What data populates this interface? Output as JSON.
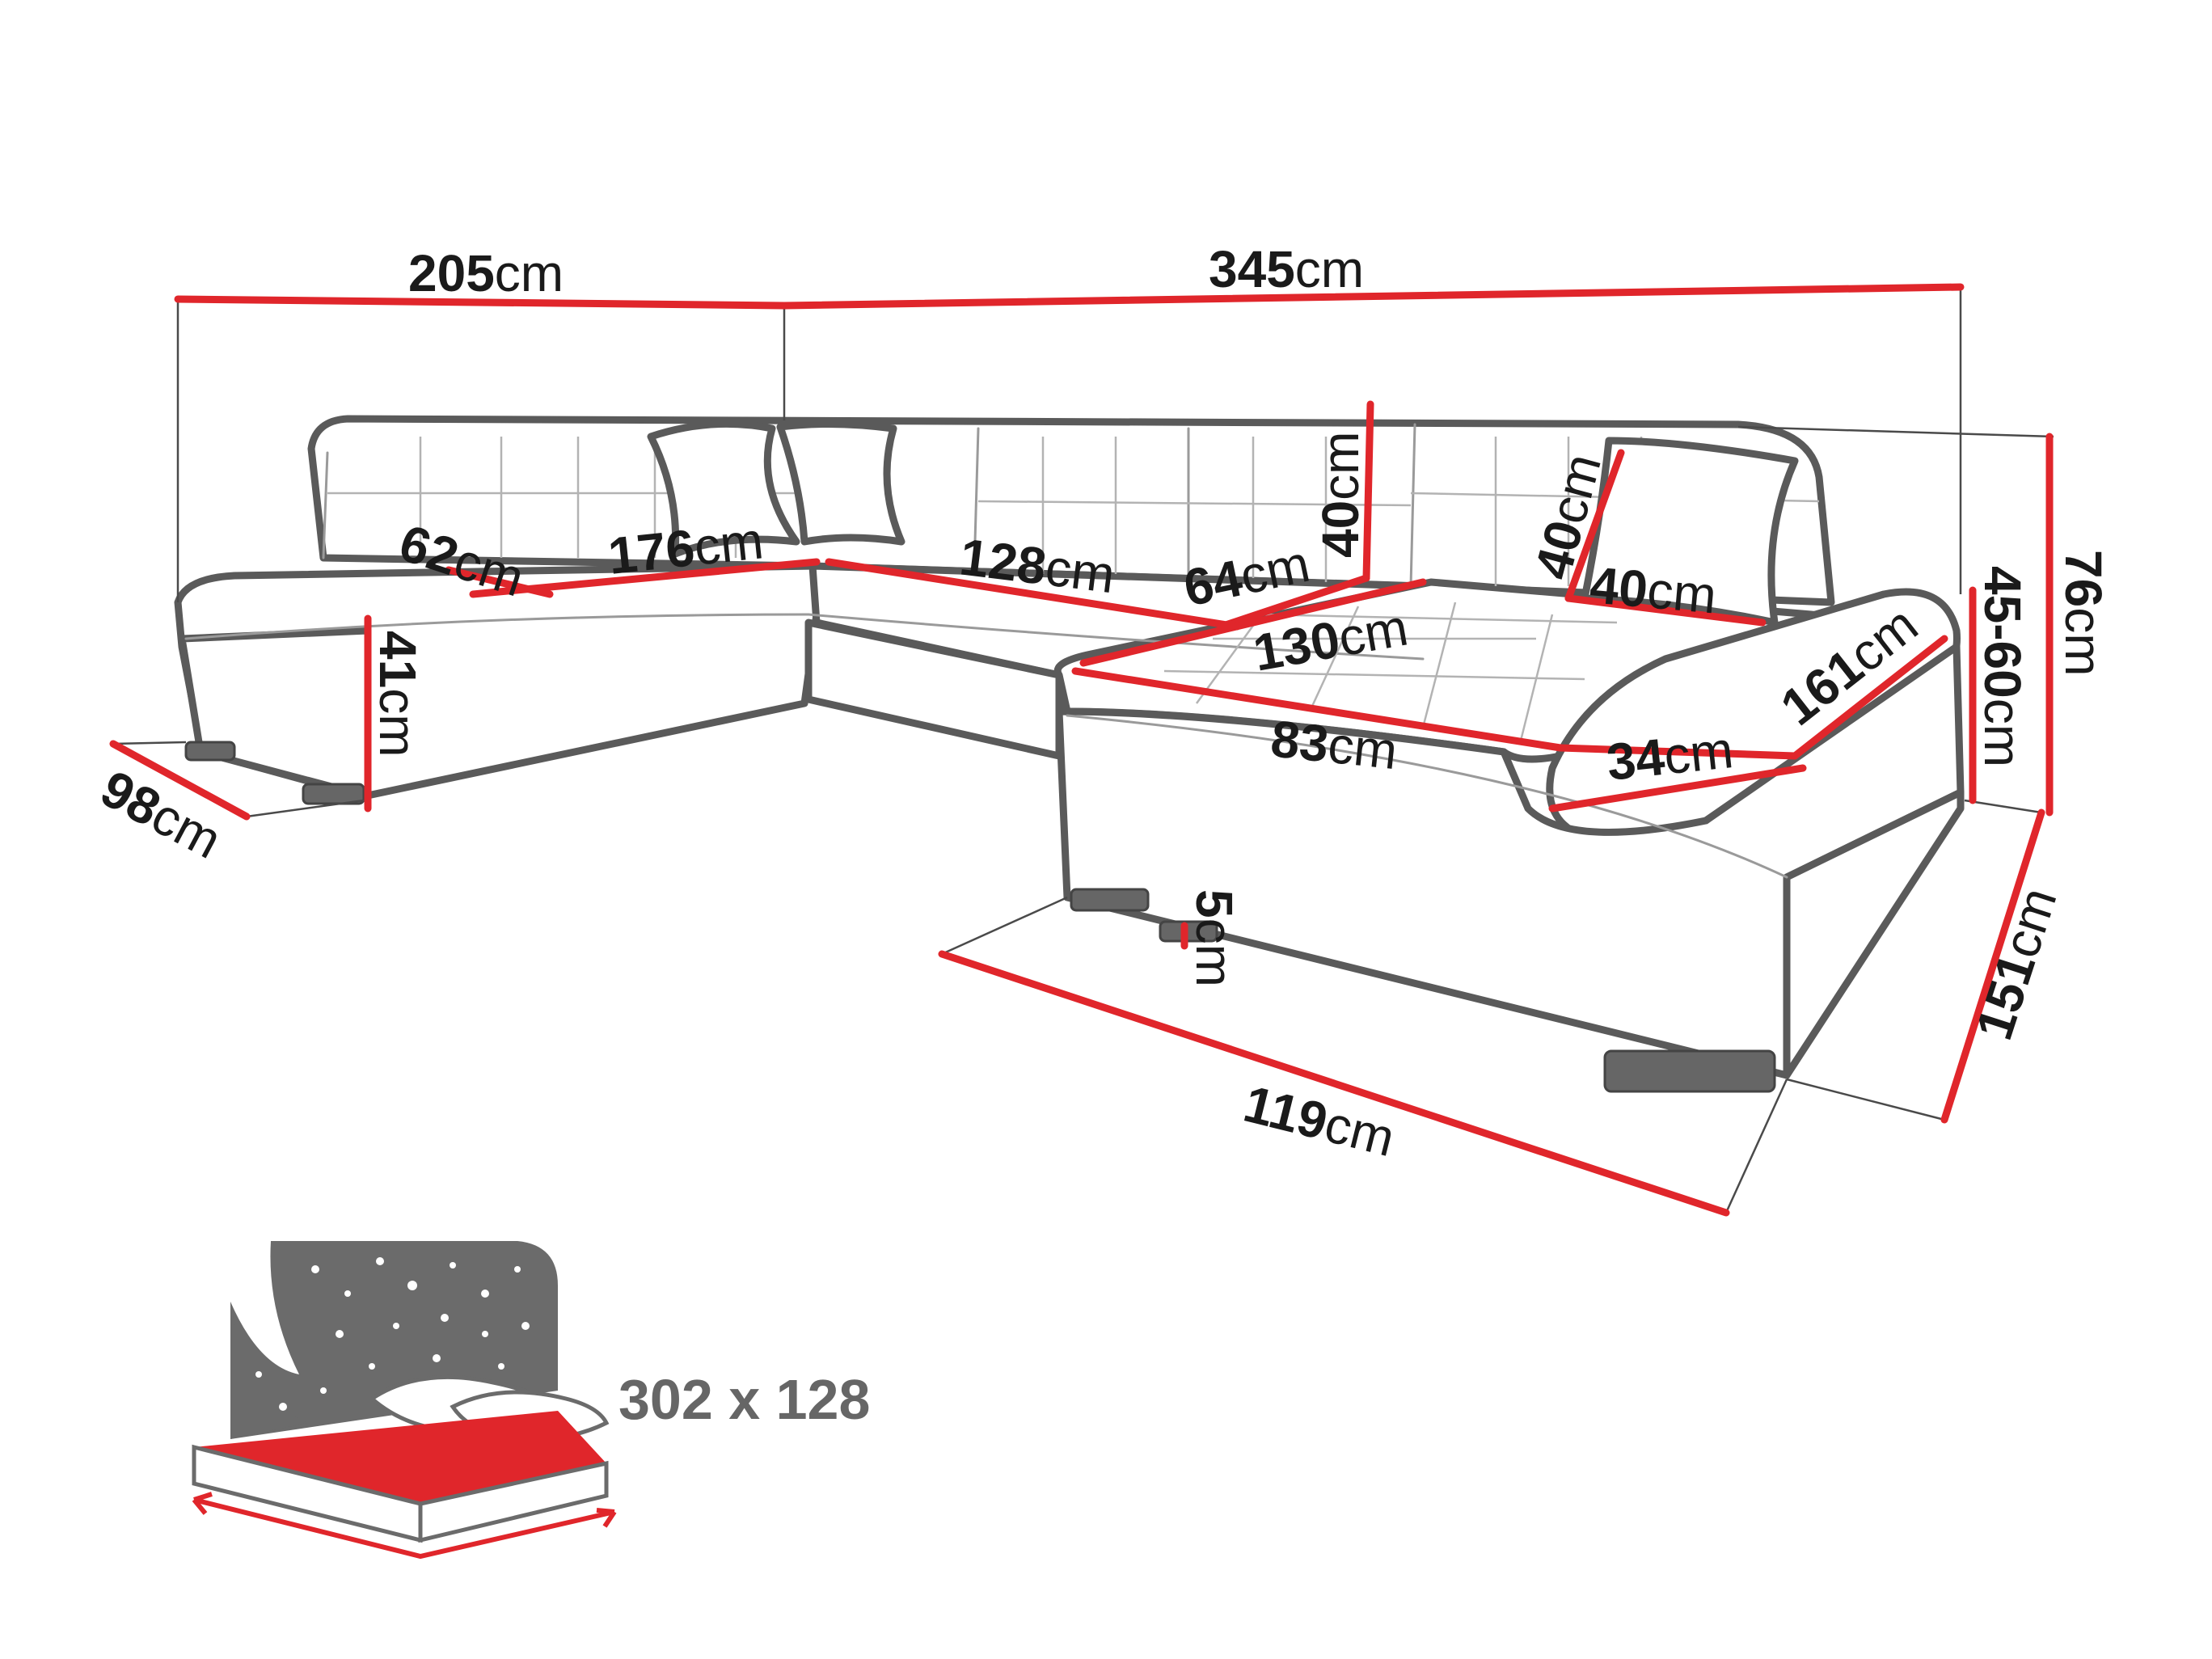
{
  "unit": "cm",
  "colors": {
    "dimension": "#e0262b",
    "outline": "#5a5a5a",
    "bed_mattress": "#e0262b",
    "night_sky": "#6b6b6b"
  },
  "dimensions": {
    "left_width": "205",
    "total_width": "345",
    "seat_depth_left": "62",
    "seat_length_left": "176",
    "seat_length_middle": "128",
    "seat_depth_middle": "64",
    "back_height": "40",
    "pillow_height": "40",
    "pillow_width": "40",
    "chaise_width": "130",
    "chaise_inner": "83",
    "armrest_width": "34",
    "chaise_length": "161",
    "seat_height": "41",
    "left_depth": "98",
    "arm_height": "45-60",
    "total_height": "76",
    "right_depth": "151",
    "chaise_depth": "119",
    "leg_height": "5"
  },
  "bed": {
    "icon": "bed-night-icon",
    "size_label": "302 x 128"
  }
}
